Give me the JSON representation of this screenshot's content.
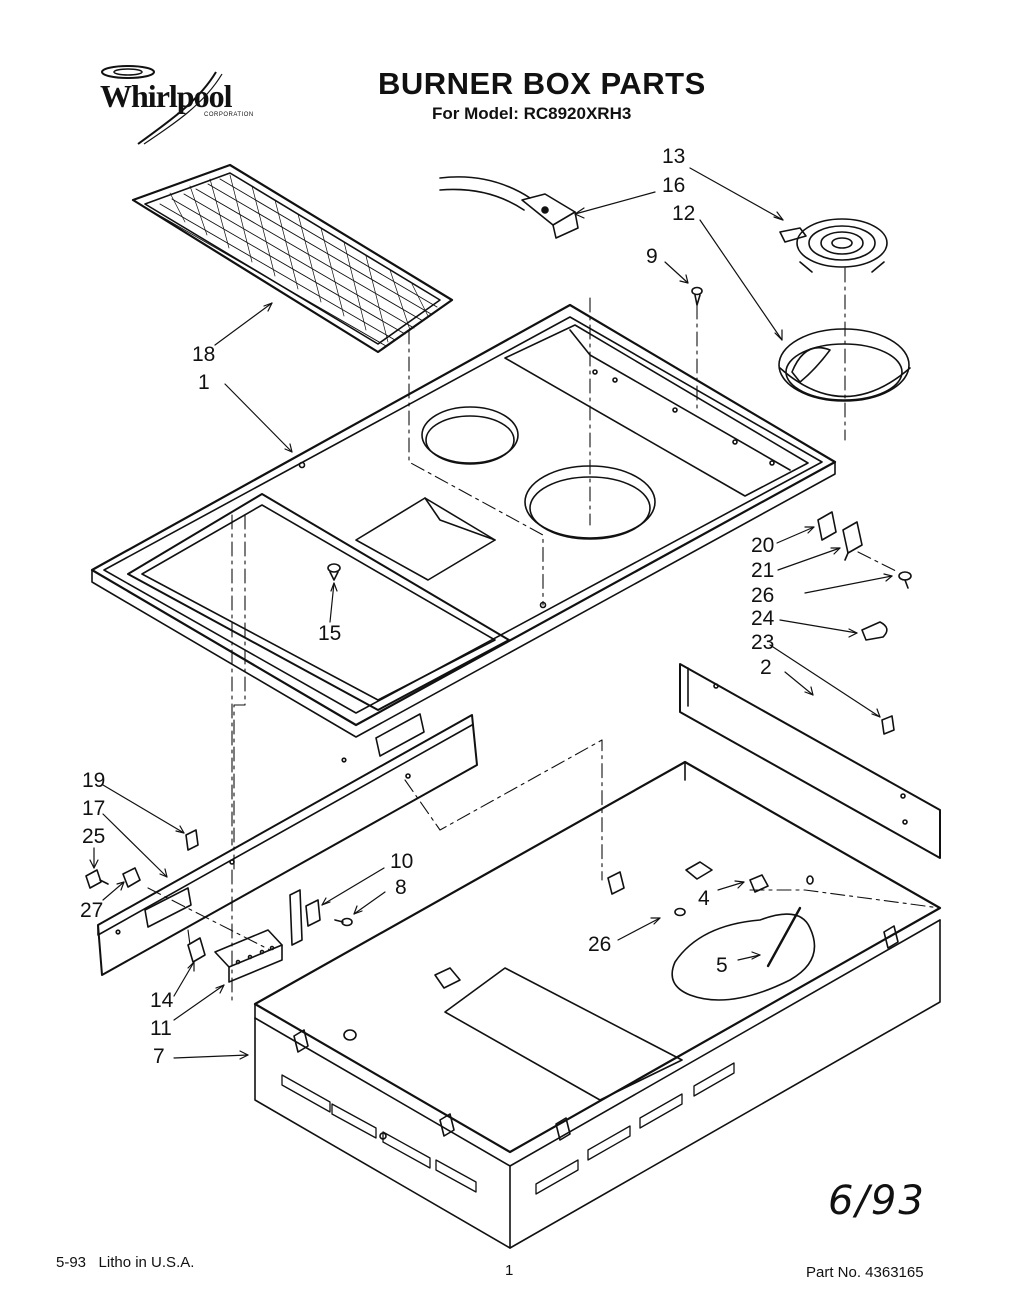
{
  "header": {
    "logo_text": "Whirlpool",
    "logo_subtext": "CORPORATION",
    "title": "BURNER BOX PARTS",
    "model_line": "For Model: RC8920XRH3"
  },
  "callouts": [
    {
      "id": "13",
      "label": "13"
    },
    {
      "id": "16",
      "label": "16"
    },
    {
      "id": "12",
      "label": "12"
    },
    {
      "id": "9",
      "label": "9"
    },
    {
      "id": "18",
      "label": "18"
    },
    {
      "id": "1",
      "label": "1"
    },
    {
      "id": "15",
      "label": "15"
    },
    {
      "id": "20",
      "label": "20"
    },
    {
      "id": "21",
      "label": "21"
    },
    {
      "id": "26a",
      "label": "26"
    },
    {
      "id": "24",
      "label": "24"
    },
    {
      "id": "23",
      "label": "23"
    },
    {
      "id": "2",
      "label": "2"
    },
    {
      "id": "19",
      "label": "19"
    },
    {
      "id": "17",
      "label": "17"
    },
    {
      "id": "25",
      "label": "25"
    },
    {
      "id": "27",
      "label": "27"
    },
    {
      "id": "10",
      "label": "10"
    },
    {
      "id": "8",
      "label": "8"
    },
    {
      "id": "4",
      "label": "4"
    },
    {
      "id": "26b",
      "label": "26"
    },
    {
      "id": "5",
      "label": "5"
    },
    {
      "id": "14",
      "label": "14"
    },
    {
      "id": "11",
      "label": "11"
    },
    {
      "id": "7",
      "label": "7"
    }
  ],
  "handwritten_date": "6/93",
  "footer": {
    "left": "5-93   Litho in U.S.A.",
    "page": "1",
    "part_no": "Part No. 4363165"
  }
}
